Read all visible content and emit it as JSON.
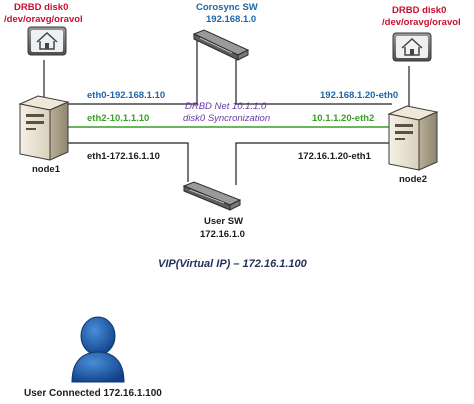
{
  "diagram": {
    "drbd_left": {
      "line1": "DRBD disk0",
      "line2": "/dev/oravg/oravol"
    },
    "drbd_right": {
      "line1": "DRBD disk0",
      "line2": "/dev/oravg/oravol"
    },
    "corosync": {
      "label": "Corosync SW",
      "ip": "192.168.1.0"
    },
    "user_sw": {
      "label": "User SW",
      "ip": "172.16.1.0"
    },
    "node1": {
      "label": "node1",
      "eth0": "eth0-192.168.1.10",
      "eth2": "eth2-10.1.1.10",
      "eth1": "eth1-172.16.1.10"
    },
    "node2": {
      "label": "node2",
      "eth0": "192.168.1.20-eth0",
      "eth2": "10.1.1.20-eth2",
      "eth1": "172.16.1.20-eth1"
    },
    "drbd_net": {
      "line1": "DRBD Net 10.1.1.0",
      "line2": "disk0 Syncronization"
    },
    "vip": "VIP(Virtual IP) – 172.16.1.100",
    "user": "User Connected 172.16.1.100"
  },
  "colors": {
    "red": "#c8102e",
    "blue": "#1f66a8",
    "green": "#3a9e27",
    "purple": "#6a38a4",
    "dark": "#1c1c1c"
  },
  "icons": [
    "home-icon",
    "home-icon",
    "switch-icon",
    "switch-icon",
    "server-icon",
    "server-icon",
    "user-icon"
  ]
}
